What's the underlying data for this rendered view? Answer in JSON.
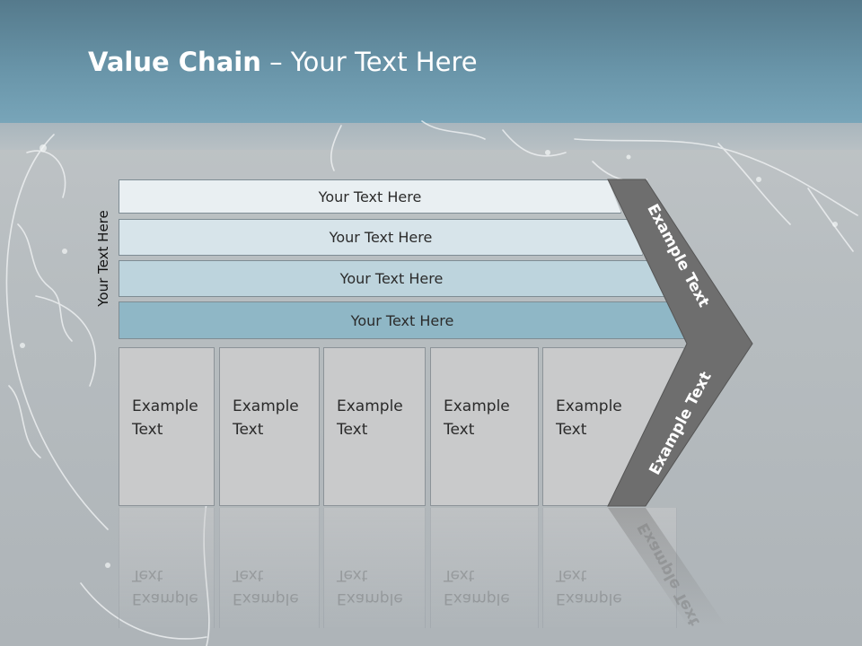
{
  "header": {
    "title_bold": "Value Chain",
    "title_rest": " – Your Text Here"
  },
  "side_label": "Your Text Here",
  "bars": [
    {
      "label": "Your Text Here",
      "color": "#e9eff2"
    },
    {
      "label": "Your Text Here",
      "color": "#d7e4ea"
    },
    {
      "label": "Your Text Here",
      "color": "#bdd4dd"
    },
    {
      "label": "Your Text Here",
      "color": "#8fb7c6"
    }
  ],
  "columns": [
    {
      "line1": "Example",
      "line2": "Text"
    },
    {
      "line1": "Example",
      "line2": "Text"
    },
    {
      "line1": "Example",
      "line2": "Text"
    },
    {
      "line1": "Example",
      "line2": "Text"
    },
    {
      "line1": "Example",
      "line2": "Text"
    }
  ],
  "chevron": {
    "top_label": "Example Text",
    "bottom_label": "Example Text",
    "color": "#6e6e6e"
  },
  "colors": {
    "header": "#6a96aa",
    "background": "#b7bdc0"
  }
}
